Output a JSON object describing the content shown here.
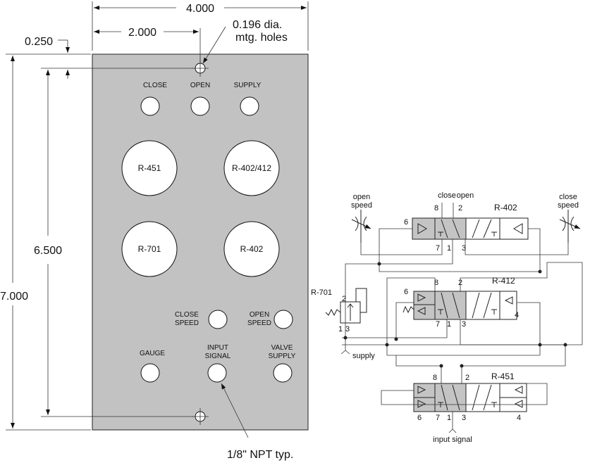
{
  "dimensions": {
    "width_total": "4.000",
    "half_width": "2.000",
    "hole_offset": "0.250",
    "hole_note_line1": "0.196 dia.",
    "hole_note_line2": "mtg. holes",
    "hole_spacing": "6.500",
    "height_total": "7.000",
    "port_note": "1/8\" NPT typ."
  },
  "panel": {
    "labels": {
      "close": "CLOSE",
      "open": "OPEN",
      "supply": "SUPPLY",
      "r451": "R-451",
      "r402_412": "R-402/412",
      "r701": "R-701",
      "r402": "R-402",
      "close_speed_1": "CLOSE",
      "close_speed_2": "SPEED",
      "open_speed_1": "OPEN",
      "open_speed_2": "SPEED",
      "gauge": "GAUGE",
      "input_signal_1": "INPUT",
      "input_signal_2": "SIGNAL",
      "valve_supply_1": "VALVE",
      "valve_supply_2": "SUPPLY"
    }
  },
  "schematic": {
    "open_speed_1": "open",
    "open_speed_2": "speed",
    "close_speed_1": "close",
    "close_speed_2": "speed",
    "close": "close",
    "open": "open",
    "r402": "R-402",
    "r412": "R-412",
    "r451": "R-451",
    "r701": "R-701",
    "supply": "supply",
    "input_signal": "input signal",
    "ports": {
      "v1_8": "8",
      "v1_2": "2",
      "v1_6": "6",
      "v1_7": "7",
      "v1_1": "1",
      "v1_3": "3",
      "v2_8": "8",
      "v2_2": "2",
      "v2_6": "6",
      "v2_7": "7",
      "v2_1": "1",
      "v2_3": "3",
      "v2_4": "4",
      "v3_8": "8",
      "v3_2": "2",
      "v3_6": "6",
      "v3_7": "7",
      "v3_1": "1",
      "v3_3": "3",
      "v3_4": "4",
      "r701_2": "2",
      "r701_1": "1",
      "r701_3": "3"
    }
  }
}
